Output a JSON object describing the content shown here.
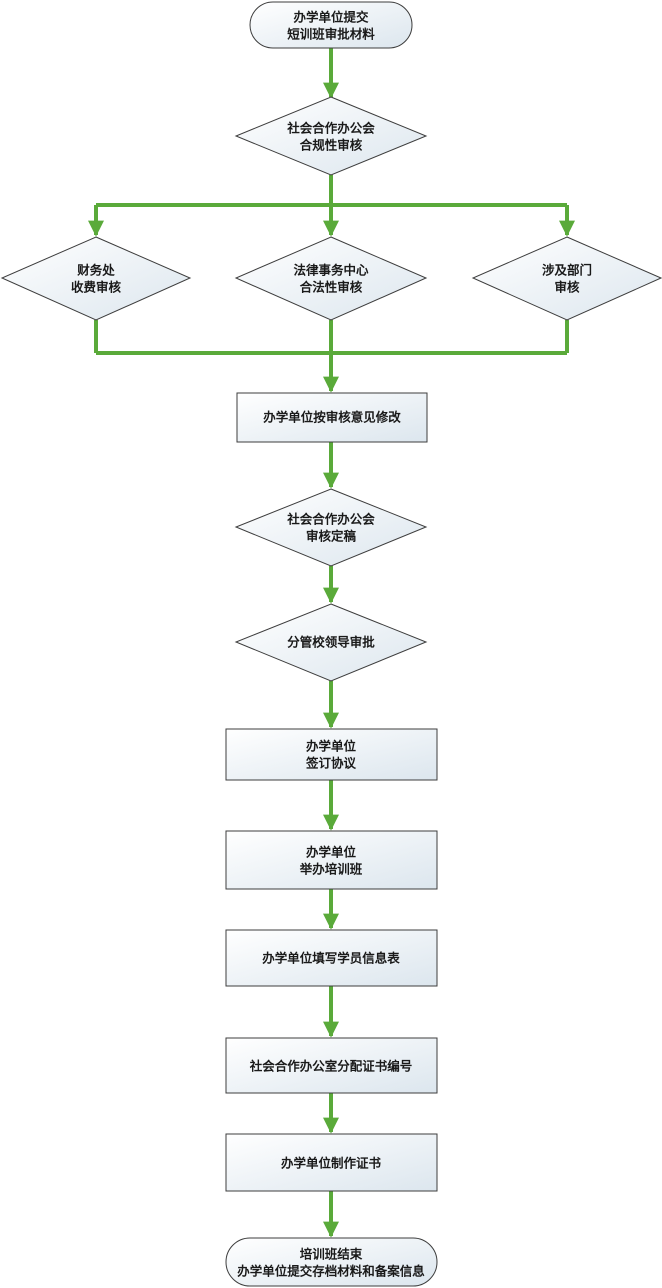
{
  "colors": {
    "connector": "#5aaa3a",
    "shape_border": "#3d3d3d",
    "shape_fill_light": "#ffffff",
    "shape_fill_dark": "#dce6ee",
    "text": "#1a1a1a"
  },
  "nodes": {
    "start": {
      "line1": "办学单位提交",
      "line2": "短训班审批材料"
    },
    "compliance_review": {
      "line1": "社会合作办公会",
      "line2": "合规性审核"
    },
    "finance_review": {
      "line1": "财务处",
      "line2": "收费审核"
    },
    "legal_review": {
      "line1": "法律事务中心",
      "line2": "合法性审核"
    },
    "dept_review": {
      "line1": "涉及部门",
      "line2": "审核"
    },
    "revise": {
      "line1": "办学单位按审核意见修改"
    },
    "finalize": {
      "line1": "社会合作办公会",
      "line2": "审核定稿"
    },
    "leader_approval": {
      "line1": "分管校领导审批"
    },
    "sign_agreement": {
      "line1": "办学单位",
      "line2": "签订协议"
    },
    "hold_training": {
      "line1": "办学单位",
      "line2": "举办培训班"
    },
    "fill_form": {
      "line1": "办学单位填写学员信息表"
    },
    "assign_number": {
      "line1": "社会合作办公室分配证书编号"
    },
    "make_certificate": {
      "line1": "办学单位制作证书"
    },
    "end": {
      "line1": "培训班结束",
      "line2": "办学单位提交存档材料和备案信息"
    }
  }
}
